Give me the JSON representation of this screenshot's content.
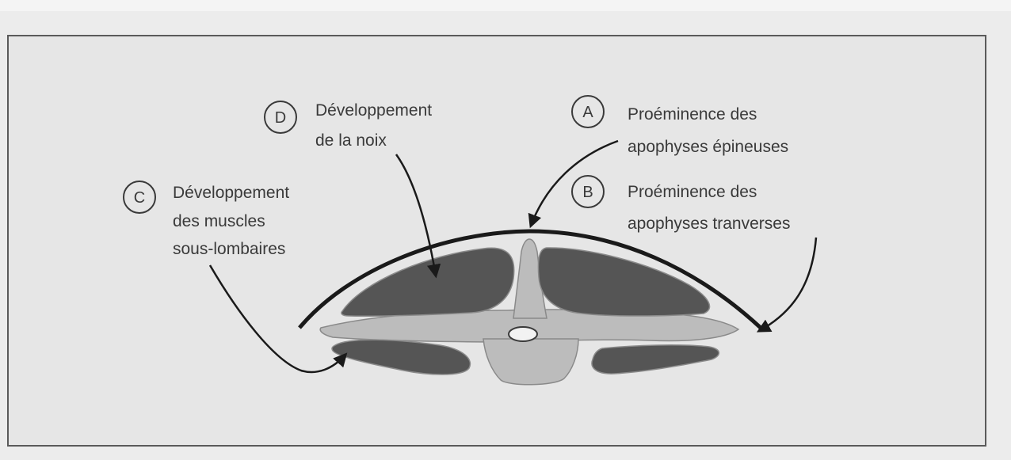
{
  "callouts": [
    {
      "id": "A",
      "letter": "A",
      "lines": [
        "Proéminence des",
        "apophyses épineuses"
      ]
    },
    {
      "id": "B",
      "letter": "B",
      "lines": [
        "Proéminence des",
        "apophyses tranverses"
      ]
    },
    {
      "id": "C",
      "letter": "C",
      "lines": [
        "Développement",
        "des muscles",
        "sous-lombaires"
      ]
    },
    {
      "id": "D",
      "letter": "D",
      "lines": [
        "Développement",
        "de la noix"
      ]
    }
  ],
  "colors": {
    "background": "#e6e6e6",
    "outline": "#1a1a1a",
    "muscle_dark": "#555555",
    "bone_light": "#bcbcbc",
    "canal": "#f2f2f2",
    "text": "#3a3a3a"
  }
}
